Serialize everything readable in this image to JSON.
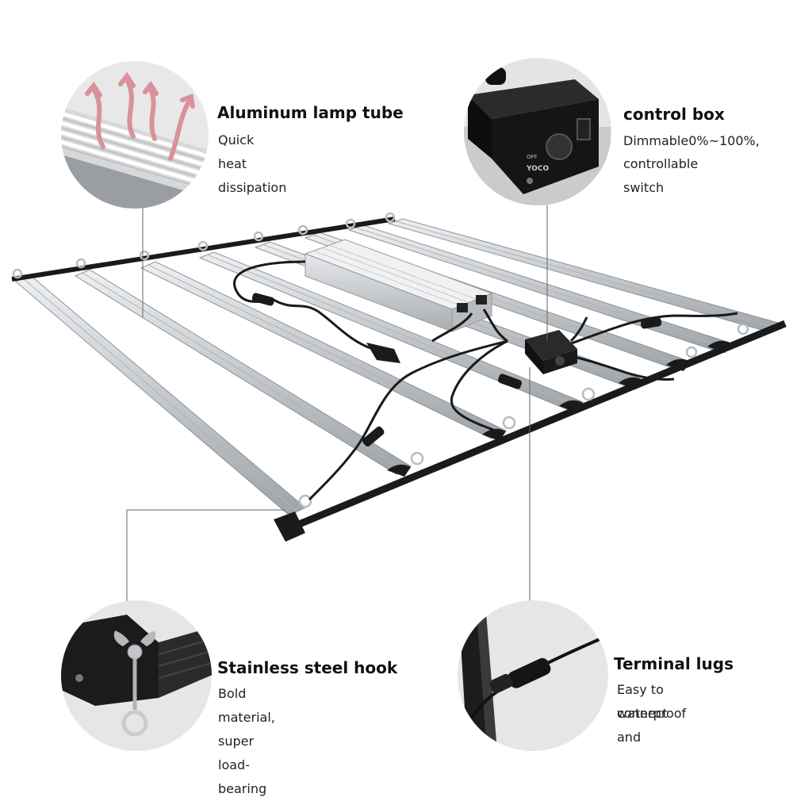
{
  "callouts": {
    "aluminum": {
      "title": "Aluminum lamp tube",
      "desc": [
        "Quick heat dissipation"
      ]
    },
    "control": {
      "title": "control box",
      "desc": [
        "Dimmable0%~100%,",
        "controllable switch"
      ]
    },
    "hook": {
      "title": "Stainless steel hook",
      "desc": [
        "Bold material, super load-bearing"
      ]
    },
    "terminal": {
      "title": "Terminal lugs",
      "desc": [
        "Easy to connect and",
        "waterproof"
      ]
    }
  },
  "control_box": {
    "knob_low": "OFF",
    "brand": "YOCO"
  },
  "colors": {
    "tube": "#c9cdd1",
    "frame": "#1a1a1a",
    "arrow": "#d9919a",
    "circle_bg": "#e4e4e4"
  }
}
